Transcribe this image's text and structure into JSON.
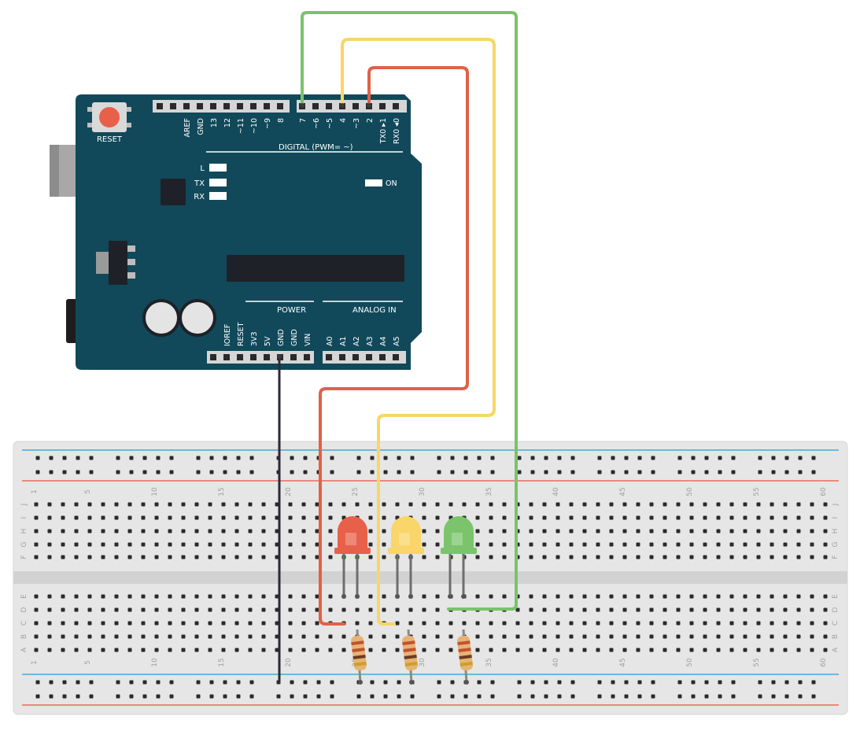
{
  "arduino": {
    "reset_label": "RESET",
    "digital_pins": [
      "AREF",
      "GND",
      "13",
      "12",
      "~11",
      "~10",
      "~9",
      "8",
      "7",
      "~6",
      "~5",
      "4",
      "~3",
      "2",
      "TX0 ▸1",
      "RX0 ◂0"
    ],
    "digital_header_label": "DIGITAL (PWM=       ~)",
    "leds": [
      "L",
      "TX",
      "RX"
    ],
    "on_label": "ON",
    "power_label": "POWER",
    "analog_label": "ANALOG IN",
    "power_pins": [
      "IOREF",
      "RESET",
      "3V3",
      "5V",
      "GND",
      "GND",
      "VIN"
    ],
    "analog_pins": [
      "A0",
      "A1",
      "A2",
      "A3",
      "A4",
      "A5"
    ]
  },
  "breadboard": {
    "column_numbers": [
      "1",
      "5",
      "10",
      "15",
      "20",
      "25",
      "30",
      "35",
      "40",
      "45",
      "50",
      "55",
      "60"
    ],
    "rows_top": [
      "J",
      "I",
      "H",
      "G",
      "F"
    ],
    "rows_bottom": [
      "E",
      "D",
      "C",
      "B",
      "A"
    ]
  },
  "colors": {
    "board": "#11495a",
    "board_edge": "#0d3d4b",
    "header": "#d6d6d6",
    "wire_green": "#7ac36a",
    "wire_yellow": "#f7d764",
    "wire_red": "#e06148",
    "wire_black": "#2b2b36",
    "led_red": "#e8604a",
    "led_yellow": "#f9d56a",
    "led_green": "#7bc46c",
    "rail_blue": "#44a8d8",
    "rail_red": "#e56d5b"
  }
}
